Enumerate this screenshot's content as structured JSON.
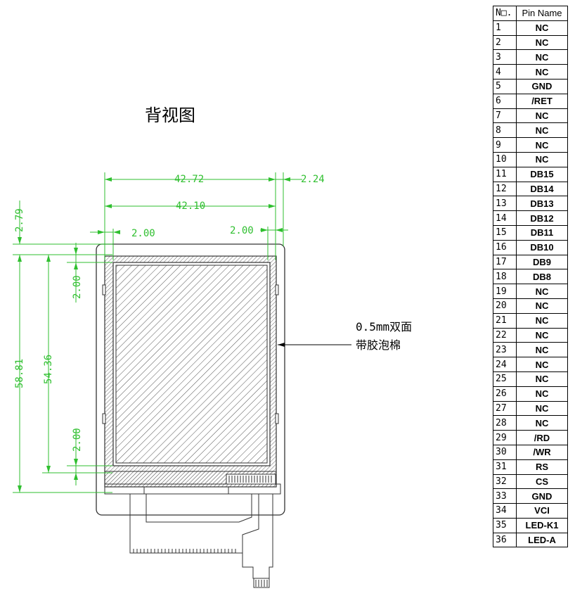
{
  "title": "背视图",
  "annotation": [
    "0.5mm双面",
    "带胶泡棉"
  ],
  "dimensions": {
    "width_outer": "42.72",
    "right_offset": "2.24",
    "width_inner": "42.10",
    "left_margin": "2.00",
    "right_margin": "2.00",
    "top_offset": "2.79",
    "top_margin": "2.00",
    "height_outer": "58.81",
    "height_inner": "54.36",
    "bottom_margin": "2.00"
  },
  "pin_table": {
    "headers": [
      "N□.",
      "Pin Name"
    ],
    "rows": [
      [
        "1",
        "NC"
      ],
      [
        "2",
        "NC"
      ],
      [
        "3",
        "NC"
      ],
      [
        "4",
        "NC"
      ],
      [
        "5",
        "GND"
      ],
      [
        "6",
        "/RET"
      ],
      [
        "7",
        "NC"
      ],
      [
        "8",
        "NC"
      ],
      [
        "9",
        "NC"
      ],
      [
        "10",
        "NC"
      ],
      [
        "11",
        "DB15"
      ],
      [
        "12",
        "DB14"
      ],
      [
        "13",
        "DB13"
      ],
      [
        "14",
        "DB12"
      ],
      [
        "15",
        "DB11"
      ],
      [
        "16",
        "DB10"
      ],
      [
        "17",
        "DB9"
      ],
      [
        "18",
        "DB8"
      ],
      [
        "19",
        "NC"
      ],
      [
        "20",
        "NC"
      ],
      [
        "21",
        "NC"
      ],
      [
        "22",
        "NC"
      ],
      [
        "23",
        "NC"
      ],
      [
        "24",
        "NC"
      ],
      [
        "25",
        "NC"
      ],
      [
        "26",
        "NC"
      ],
      [
        "27",
        "NC"
      ],
      [
        "28",
        "NC"
      ],
      [
        "29",
        "/RD"
      ],
      [
        "30",
        "/WR"
      ],
      [
        "31",
        "RS"
      ],
      [
        "32",
        "CS"
      ],
      [
        "33",
        "GND"
      ],
      [
        "34",
        "VCI"
      ],
      [
        "35",
        "LED-K1"
      ],
      [
        "36",
        "LED-A"
      ]
    ]
  }
}
